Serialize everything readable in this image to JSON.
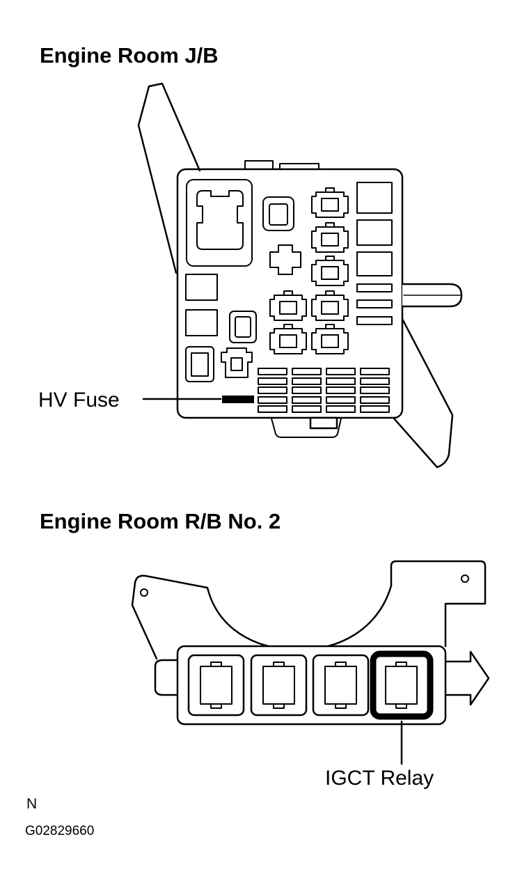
{
  "jb": {
    "title": "Engine Room J/B",
    "fuse_label": "HV Fuse"
  },
  "rb": {
    "title": "Engine Room R/B No. 2",
    "relay_label": "IGCT Relay"
  },
  "footer": {
    "note_letter": "N",
    "figure_code": "G02829660"
  },
  "colors": {
    "background": "#ffffff",
    "line": "#000000",
    "highlight": "#000000"
  }
}
